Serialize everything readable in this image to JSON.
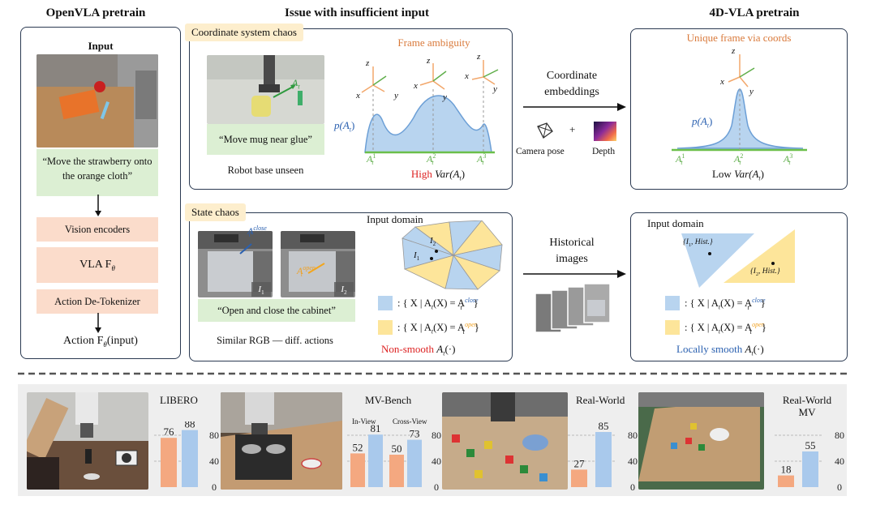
{
  "headers": {
    "left": "OpenVLA pretrain",
    "middle": "Issue with insufficient input",
    "right": "4D-VLA pretrain"
  },
  "left_panel": {
    "input_label": "Input",
    "instruction": "“Move the strawberry onto the orange cloth”",
    "vision_encoders": "Vision encoders",
    "vla": "VLA F",
    "vla_sub": "θ",
    "detokenizer": "Action De-Tokenizer",
    "action_output": "Action F",
    "action_sub": "θ",
    "action_suffix": "(input)"
  },
  "coord_panel": {
    "tag": "Coordinate system chaos",
    "instruction": "“Move mug near glue”",
    "caption": "Robot base unseen",
    "photo_label": "A",
    "photo_label_sub": "t",
    "frame_title": "Frame ambiguity",
    "p_label": "p(A",
    "p_label_sub": "t",
    "p_label_end": ")",
    "axis_z": "z",
    "axis_x": "x",
    "axis_y": "y",
    "peaks": [
      "A",
      "A",
      "A"
    ],
    "peak_sups": [
      "1",
      "2",
      "3"
    ],
    "peak_sub": "t",
    "var_prefix": "High",
    "var_text": "Var(A",
    "var_sub": "t",
    "var_end": ")"
  },
  "coord_arrow": {
    "label_line1": "Coordinate",
    "label_line2": "embeddings",
    "camera_label": "Camera pose",
    "plus": "+",
    "depth_label": "Depth"
  },
  "unique_panel": {
    "title": "Unique frame via coords",
    "p_label": "p(A",
    "p_label_sub": "t",
    "p_label_end": ")",
    "axis_z": "z",
    "axis_x": "x",
    "axis_y": "y",
    "var_prefix": "Low",
    "var_text": "Var(A",
    "var_sub": "t",
    "var_end": ")"
  },
  "state_panel": {
    "tag": "State chaos",
    "instruction": "“Open and close the cabinet”",
    "caption": "Similar RGB — diff. actions",
    "close_label": "A",
    "close_sup": "close",
    "close_sub": "t",
    "open_label": "A",
    "open_sup": "open",
    "open_sub": "t",
    "img1": "I",
    "img1_sub": "1",
    "img2": "I",
    "img2_sub": "2",
    "domain_title": "Input domain",
    "legend_close": ": { X | A",
    "legend_close_eq": "(X) = A",
    "legend_close_sup": "close",
    "legend_open": ": { X | A",
    "legend_open_eq": "(X) = A",
    "legend_open_sup": "open",
    "legend_sub": "t",
    "legend_end": "}",
    "smooth_prefix": "Non-smooth",
    "smooth_text": "A",
    "smooth_sub": "t",
    "smooth_end": "(·)"
  },
  "hist_arrow": {
    "label_line1": "Historical",
    "label_line2": "images"
  },
  "local_panel": {
    "domain_title": "Input domain",
    "set1": "{I",
    "set1_sub": "1",
    "set1_end": ", Hist.}",
    "set2": "{I",
    "set2_sub": "2",
    "set2_end": ", Hist.}",
    "legend_close": ": { X | A",
    "legend_close_eq": "(X) = A",
    "legend_close_sup": "close",
    "legend_open": ": { X | A",
    "legend_open_eq": "(X) = A",
    "legend_open_sup": "open",
    "legend_sub": "t",
    "legend_end": "}",
    "smooth_prefix": "Locally smooth",
    "smooth_text": "A",
    "smooth_sub": "t",
    "smooth_end": "(·)"
  },
  "chart_data": [
    {
      "type": "bar",
      "title": "LIBERO",
      "categories": [
        ""
      ],
      "series": [
        {
          "values": [
            76
          ]
        },
        {
          "values": [
            88
          ]
        }
      ],
      "ylim": [
        0,
        100
      ],
      "yticks": [
        0,
        40,
        80
      ],
      "colors": [
        "#f4a880",
        "#a9c9ec"
      ]
    },
    {
      "type": "bar",
      "title": "MV-Bench",
      "categories": [
        "In-View",
        "Cross-View"
      ],
      "series": [
        {
          "values": [
            52,
            50
          ]
        },
        {
          "values": [
            81,
            73
          ]
        }
      ],
      "ylim": [
        0,
        100
      ],
      "yticks": [
        0,
        40,
        80
      ],
      "colors": [
        "#f4a880",
        "#a9c9ec"
      ]
    },
    {
      "type": "bar",
      "title": "Real-World",
      "categories": [
        ""
      ],
      "series": [
        {
          "values": [
            27
          ]
        },
        {
          "values": [
            85
          ]
        }
      ],
      "ylim": [
        0,
        100
      ],
      "yticks": [
        0,
        40,
        80
      ],
      "colors": [
        "#f4a880",
        "#a9c9ec"
      ]
    },
    {
      "type": "bar",
      "title": "Real-World MV",
      "title_lines": [
        "Real-World",
        "MV"
      ],
      "categories": [
        ""
      ],
      "series": [
        {
          "values": [
            18
          ]
        },
        {
          "values": [
            55
          ]
        }
      ],
      "ylim": [
        0,
        100
      ],
      "yticks": [
        0,
        40,
        80
      ],
      "colors": [
        "#f4a880",
        "#a9c9ec"
      ]
    }
  ],
  "colors": {
    "panel_border": "#2b3a52",
    "blue_region": "#b8d4ef",
    "yellow_region": "#fde59a",
    "green_line": "#6bbf4a",
    "orange_text": "#d9793a"
  }
}
